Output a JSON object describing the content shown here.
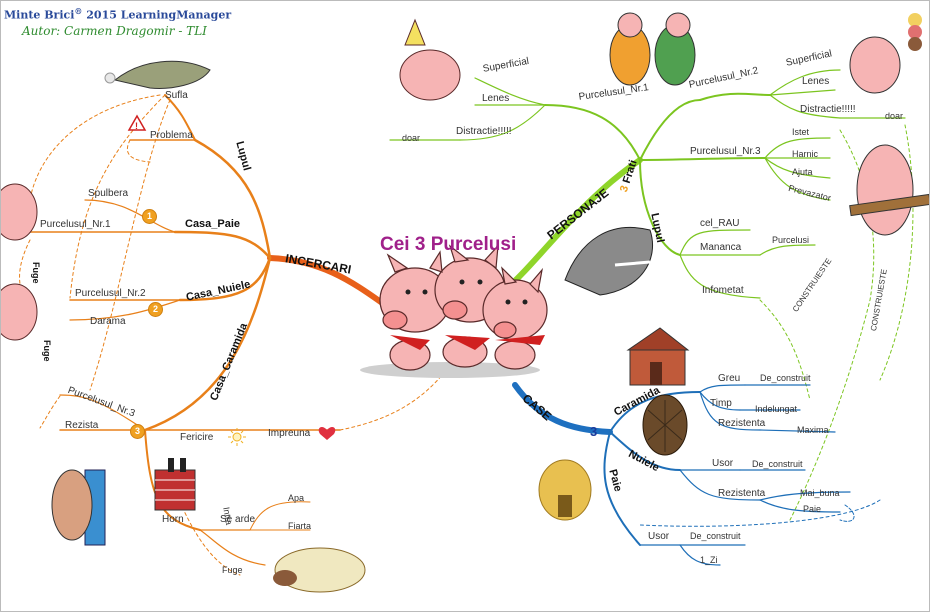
{
  "header": {
    "line1": "Minte Brici",
    "reg": "®",
    "line1b": "2015 LearningManager",
    "line2": "Autor: Carmen Dragomir - TLI"
  },
  "central": "Cei 3 Purcelusi",
  "branches": {
    "incercari": "INCERCARI",
    "personaje": "PERSONAJE",
    "case": "CASE"
  },
  "incercari": {
    "lupul": "Lupul",
    "sufla": "Sufla",
    "problema": "Problema",
    "casa_paie": "Casa_Paie",
    "spulbera": "Spulbera",
    "purcelusul_nr1": "Purcelusul_Nr.1",
    "casa_nuiele": "Casa_Nuiele",
    "purcelusul_nr2": "Purcelusul_Nr.2",
    "darama": "Darama",
    "fuge1": "Fuge",
    "fuge2": "Fuge",
    "casa_caramida": "Casa_Caramida",
    "purcelusul_nr3": "Purcelusul_Nr.3",
    "rezista": "Rezista",
    "fericire": "Fericire",
    "impreuna": "Impreuna",
    "horn": "Horn",
    "intra": "Intra",
    "se_arde": "Se arde",
    "apa": "Apa",
    "fiarta": "Fiarta",
    "fuge3": "Fuge",
    "badge1": "1",
    "badge2": "2",
    "badge3": "3"
  },
  "personaje": {
    "frati": "Frati",
    "frati_num": "3",
    "p1": "Purcelusul_Nr.1",
    "p1_superficial": "Superficial",
    "p1_lenes": "Lenes",
    "p1_distractie": "Distractie!!!!!",
    "p1_doar": "doar",
    "p2": "Purcelusul_Nr.2",
    "p2_superficial": "Superficial",
    "p2_lenes": "Lenes",
    "p2_distractie": "Distractie!!!!!",
    "p2_doar": "doar",
    "p3": "Purcelusul_Nr.3",
    "p3_istet": "Istet",
    "p3_harnic": "Harnic",
    "p3_ajuta": "Ajuta",
    "p3_prevazator": "Prevazator",
    "lupul": "Lupul",
    "cel_rau": "cel_RAU",
    "mananca": "Mananca",
    "purcelusi": "Purcelusi",
    "infometat": "Infometat",
    "construieste1": "CONSTRUIESTE",
    "construieste2": "CONSTRUIESTE"
  },
  "case": {
    "num": "3",
    "caramida": "Caramida",
    "greu": "Greu",
    "de_construit1": "De_construit",
    "timp": "Timp",
    "indelungat": "Indelungat",
    "rezistenta1": "Rezistenta",
    "maxima": "Maxima",
    "nuiele": "Nuiele",
    "usor1": "Usor",
    "de_construit2": "De_construit",
    "rezistenta2": "Rezistenta",
    "mai_buna": "Mai_buna",
    "paie_ref": "Paie",
    "paie": "Paie",
    "usor2": "Usor",
    "de_construit3": "De_construit",
    "o_zi": "1_Zi"
  },
  "colors": {
    "incercari": "#e8801a",
    "personaje": "#7cc520",
    "case": "#1e6fb8",
    "central": "#a0208a",
    "header_blue": "#2a4a9a",
    "header_green": "#2e8b2e",
    "heart": "#e03040",
    "sun": "#f0b020"
  }
}
